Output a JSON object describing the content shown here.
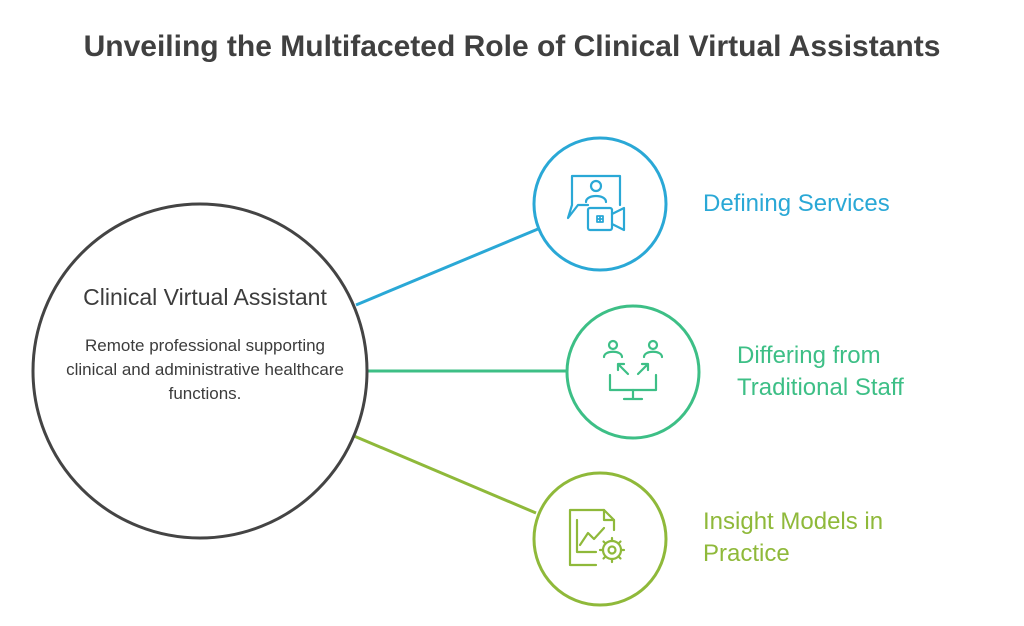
{
  "title": "Unveiling the Multifaceted Role of Clinical Virtual Assistants",
  "center": {
    "title": "Clinical Virtual Assistant",
    "description": "Remote professional supporting clinical and administrative healthcare functions."
  },
  "branches": [
    {
      "label": "Defining Services",
      "icon": "video-consultation-icon",
      "color": "#2aa8d6"
    },
    {
      "label": "Differing from Traditional Staff",
      "icon": "staff-exchange-icon",
      "color": "#3dbf86"
    },
    {
      "label": "Insight Models in Practice",
      "icon": "chart-document-gear-icon",
      "color": "#8fb93a"
    }
  ]
}
